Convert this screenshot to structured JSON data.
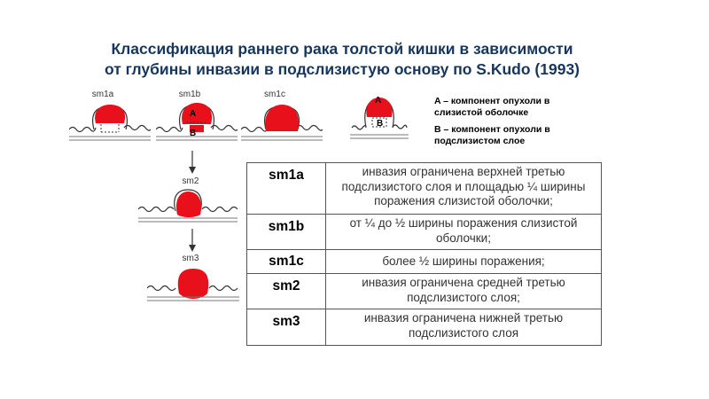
{
  "title": {
    "line1": "Классификация раннего рака толстой кишки в зависимости",
    "line2": "от глубины инвазии в подслизистую основу по S.Kudo (1993)"
  },
  "diagram": {
    "stages": [
      {
        "code": "sm1a",
        "label": "sm1a"
      },
      {
        "code": "sm1b",
        "label": "sm1b"
      },
      {
        "code": "sm1c",
        "label": "sm1c"
      },
      {
        "code": "sm2",
        "label": "sm2"
      },
      {
        "code": "sm3",
        "label": "sm3"
      }
    ],
    "marker_a": "A",
    "marker_b": "B",
    "legend": {
      "a_text": "A – компонент опухоли в слизистой оболочке",
      "b_text": "B – компонент опухоли в подслизистом слое"
    }
  },
  "table": {
    "rows": [
      {
        "code": "sm1a",
        "description": "инвазия ограничена верхней третью подслизистого слоя и площадью ¼ ширины поражения слизистой оболочки;"
      },
      {
        "code": "sm1b",
        "description": "от ¼ до ½ ширины поражения слизистой оболочки;"
      },
      {
        "code": "sm1c",
        "description": "более ½ ширины поражения;"
      },
      {
        "code": "sm2",
        "description": "инвазия ограничена средней третью подслизистого слоя;"
      },
      {
        "code": "sm3",
        "description": "инвазия ограничена нижней третью подслизистого слоя"
      }
    ]
  },
  "colors": {
    "title": "#17365d",
    "tumor": "#e8101a",
    "line": "#333333"
  }
}
